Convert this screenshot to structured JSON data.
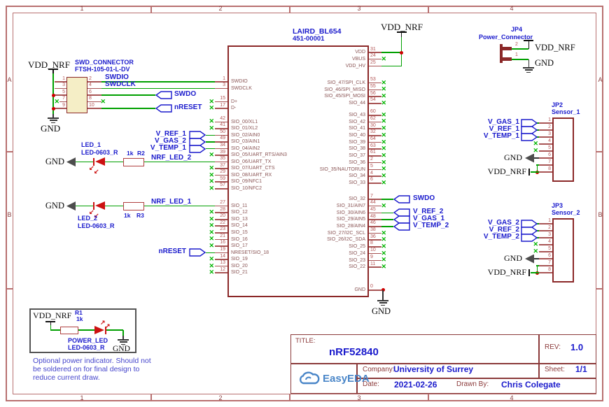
{
  "frame": {
    "columns": [
      "1",
      "2",
      "3",
      "4"
    ],
    "rows": [
      "A",
      "B"
    ]
  },
  "power_nets": {
    "vdd": "VDD_NRF",
    "gnd": "GND"
  },
  "icons": {
    "no_connect_x": "✕",
    "led_arrow_down_left": "↙",
    "led_arrow_up_right": "↗"
  },
  "ic": {
    "ref": "LAIRD_BL654",
    "mpn": "451-00001",
    "left_pins": [
      {
        "n": "1",
        "name": "SWDIO"
      },
      {
        "n": "3",
        "name": "SWDCLK"
      },
      {
        "n": "15",
        "name": "D+",
        "nc": true,
        "gap": 1
      },
      {
        "n": "17",
        "name": "D-",
        "nc": true
      },
      {
        "n": "42",
        "name": "SIO_00/XL1",
        "nc": true,
        "gap": 1
      },
      {
        "n": "41",
        "name": "SIO_01/XL2",
        "nc": true
      },
      {
        "n": "50",
        "name": "SIO_02/AIN0",
        "flag": "V_REF_1"
      },
      {
        "n": "49",
        "name": "SIO_03/AIN1",
        "flag": "V_GAS_2"
      },
      {
        "n": "34",
        "name": "SIO_04/AIN2",
        "flag": "V_TEMP_1"
      },
      {
        "n": "39",
        "name": "SIO_05/UART_RTS/AIN3",
        "nc": true
      },
      {
        "n": "35",
        "name": "SIO_06/UART_TX",
        "net": "NRF_LED_2"
      },
      {
        "n": "37",
        "name": "SIO_07/UART_CTS",
        "nc": true
      },
      {
        "n": "29",
        "name": "SIO_08/UART_RX",
        "nc": true
      },
      {
        "n": "59",
        "name": "SIO_09/NFC1",
        "nc": true
      },
      {
        "n": "57",
        "name": "SIO_10/NFC2",
        "nc": true
      },
      {
        "n": "27",
        "name": "SIO_11",
        "net": "NRF_LED_1",
        "gap": 1.6
      },
      {
        "n": "28",
        "name": "SIO_12",
        "nc": true
      },
      {
        "n": "20",
        "name": "SIO_13",
        "nc": true
      },
      {
        "n": "22",
        "name": "SIO_14",
        "nc": true
      },
      {
        "n": "23",
        "name": "SIO_15",
        "nc": true
      },
      {
        "n": "21",
        "name": "SIO_16",
        "nc": true
      },
      {
        "n": "16",
        "name": "SIO_17",
        "nc": true
      },
      {
        "n": "19",
        "name": "NRESET/SIO_18",
        "flag": "nRESET"
      },
      {
        "n": "14",
        "name": "SIO_19",
        "nc": true
      },
      {
        "n": "13",
        "name": "SIO_20",
        "nc": true
      },
      {
        "n": "12",
        "name": "SIO_21",
        "nc": true
      }
    ],
    "right_pins": [
      {
        "n": "31",
        "name": "VDD"
      },
      {
        "n": "24",
        "name": "VBUS",
        "nc": true
      },
      {
        "n": "25",
        "name": "VDD_HV"
      },
      {
        "n": "53",
        "name": "SIO_47/SPI_CLK",
        "nc": true,
        "gap": 1.5
      },
      {
        "n": "55",
        "name": "SIO_46/SPI_MISO",
        "nc": true
      },
      {
        "n": "56",
        "name": "SIO_45/SPI_MOSI",
        "nc": true
      },
      {
        "n": "54",
        "name": "SIO_44",
        "nc": true
      },
      {
        "n": "60",
        "name": "SIO_43",
        "nc": true,
        "gap": 0.75
      },
      {
        "n": "62",
        "name": "SIO_42",
        "nc": true
      },
      {
        "n": "30",
        "name": "SIO_41",
        "nc": true
      },
      {
        "n": "32",
        "name": "SIO_40",
        "nc": true
      },
      {
        "n": "64",
        "name": "SIO_39",
        "nc": true
      },
      {
        "n": "63",
        "name": "SIO_38",
        "nc": true
      },
      {
        "n": "61",
        "name": "SIO_37",
        "nc": true
      },
      {
        "n": "2",
        "name": "SIO_36",
        "nc": true
      },
      {
        "n": "5",
        "name": "SIO_35/NAUTORUN",
        "nc": true
      },
      {
        "n": "4",
        "name": "SIO_34",
        "nc": true
      },
      {
        "n": "6",
        "name": "SIO_33",
        "nc": true
      },
      {
        "n": "7",
        "name": "SIO_32",
        "flag": "SWDO",
        "gap": 1.4
      },
      {
        "n": "44",
        "name": "SIO_31/AIN7",
        "nc": true
      },
      {
        "n": "45",
        "name": "SIO_30/AIN6",
        "flag": "V_REF_2"
      },
      {
        "n": "48",
        "name": "SIO_29/AIN5",
        "flag": "V_GAS_1"
      },
      {
        "n": "46",
        "name": "SIO_28/AIN4",
        "flag": "V_TEMP_2"
      },
      {
        "n": "38",
        "name": "SIO_27/I2C_SCL",
        "nc": true
      },
      {
        "n": "36",
        "name": "SIO_26/I2C_SDA",
        "nc": true
      },
      {
        "n": "8",
        "name": "SIO_25",
        "nc": true
      },
      {
        "n": "10",
        "name": "SIO_24",
        "nc": true
      },
      {
        "n": "9",
        "name": "SIO_23",
        "nc": true
      },
      {
        "n": "11",
        "name": "SIO_22",
        "nc": true
      },
      {
        "n": "0",
        "name": "GND",
        "gnd": true,
        "gap": 2.4
      }
    ]
  },
  "swd": {
    "ref": "SWD_CONNECTOR",
    "mpn": "FTSH-105-01-L-DV",
    "left_pin_numbers": [
      "1",
      "3",
      "5",
      "7",
      "9"
    ],
    "right_pin_numbers": [
      "2",
      "4",
      "6",
      "8",
      "10"
    ],
    "nets": {
      "swdio": "SWDIO",
      "swdclk": "SWDCLK",
      "swdo": "SWDO",
      "nreset": "nRESET"
    }
  },
  "leds": [
    {
      "ref": "LED_1",
      "part": "LED-0603_R",
      "res_value": "1k",
      "res_ref": "R2",
      "net": "NRF_LED_2"
    },
    {
      "ref": "LED_2",
      "part": "LED-0603_R",
      "res_value": "1k",
      "res_ref": "R3",
      "net": "NRF_LED_1"
    }
  ],
  "power_led": {
    "res_ref": "R1",
    "res_value": "1k",
    "ref": "POWER_LED",
    "part": "LED-0603_R"
  },
  "note": [
    "Optional power indicator. Should not",
    "be soldered on for final design to",
    "reduce current draw."
  ],
  "jp4": {
    "ref": "JP4",
    "name": "Power_Connector",
    "pins": [
      "2",
      "1"
    ]
  },
  "sensors": [
    {
      "ref": "JP2",
      "name": "Sensor_1",
      "pins": [
        "1",
        "2",
        "3",
        "4",
        "5",
        "6",
        "7",
        "8"
      ],
      "flags": [
        "V_GAS_1",
        "V_REF_1",
        "V_TEMP_1"
      ]
    },
    {
      "ref": "JP3",
      "name": "Sensor_2",
      "pins": [
        "1",
        "2",
        "3",
        "4",
        "5",
        "6",
        "7",
        "8"
      ],
      "flags": [
        "V_GAS_2",
        "V_REF_2",
        "V_TEMP_2"
      ]
    }
  ],
  "title_block": {
    "title_label": "TITLE:",
    "title": "nRF52840",
    "rev_label": "REV:",
    "rev": "1.0",
    "company_label": "Company:",
    "company": "University of Surrey",
    "sheet_label": "Sheet:",
    "sheet": "1/1",
    "date_label": "Date:",
    "date": "2021-02-26",
    "drawn_label": "Drawn By:",
    "drawn": "Chris Colegate",
    "logo": "EasyEDA"
  },
  "colors": {
    "wire": "#00a000",
    "stub": "#a85454",
    "component_outline": "#8b2828",
    "net_blue": "#1a1acc",
    "no_connect": "#00b300",
    "junction": "#cc0000",
    "frame": "#b87070",
    "connector_fill": "#f5eec6",
    "led_red": "#cc1111",
    "logo_blue": "#4a86c8"
  }
}
